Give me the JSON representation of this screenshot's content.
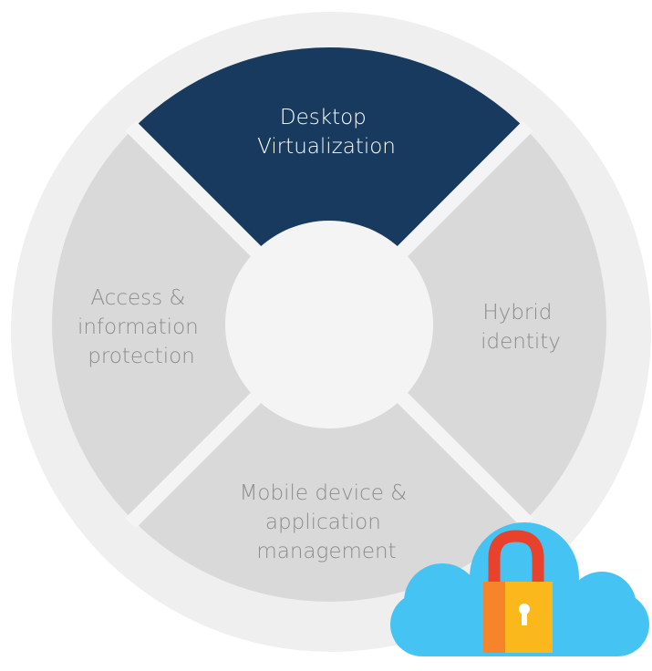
{
  "diagram": {
    "segments": {
      "top": {
        "label_lines": [
          "Desktop",
          "Virtualization"
        ],
        "state": "active",
        "fill": "#173a5e",
        "text_color": "#ffffff"
      },
      "right": {
        "label_lines": [
          "Hybrid",
          "identity"
        ],
        "fill": "#d9d9d9",
        "text_color": "#8c8c8c"
      },
      "bottom": {
        "label_lines": [
          "Mobile device &",
          "application",
          "management"
        ],
        "fill": "#d9d9d9",
        "text_color": "#8c8c8c"
      },
      "left": {
        "label_lines": [
          "Access &",
          "information",
          "protection"
        ],
        "fill": "#d9d9d9",
        "text_color": "#8c8c8c"
      }
    },
    "outer_ring_color": "#efefef",
    "hub_color": "#f4f4f4",
    "separator_color": "#f4f4f4"
  },
  "badge": {
    "icon": "cloud-lock-icon",
    "cloud_color": "#45c4f4",
    "shackle_color": "#e8412c",
    "lock_body_color": "#fab81c",
    "lock_side_color": "#f5842a",
    "keyhole_color": "#ffffff"
  }
}
